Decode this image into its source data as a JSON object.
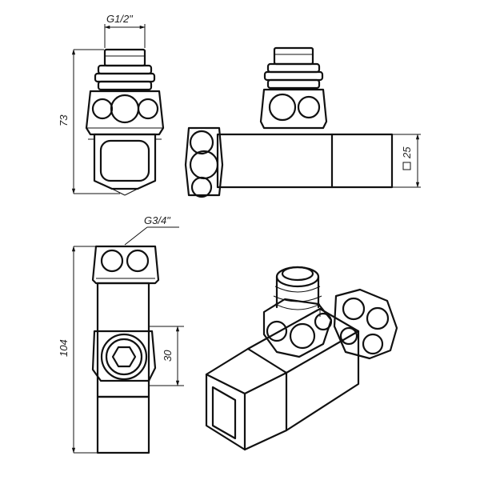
{
  "dimensions": {
    "thread_top": "G1/2\"",
    "height_front": "73",
    "square_size": "25",
    "thread_side": "G3/4\"",
    "height_side": "104",
    "hex_offset": "30"
  }
}
